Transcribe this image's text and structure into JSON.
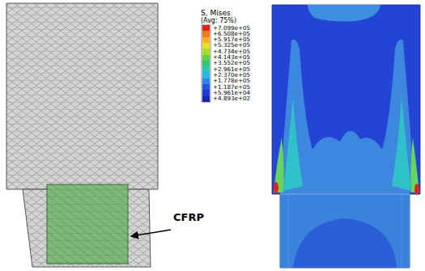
{
  "diagram": {
    "labels": [
      "S, Mises",
      "(Avg: 75%)",
      "CFRP"
    ],
    "legend": [
      {
        "text": "+7.099e+05",
        "color": "#e8201a"
      },
      {
        "text": "+6.508e+05",
        "color": "#f4761c"
      },
      {
        "text": "+5.917e+05",
        "color": "#f9b21d"
      },
      {
        "text": "+5.325e+05",
        "color": "#e6e12a"
      },
      {
        "text": "+4.734e+05",
        "color": "#a6dc2e"
      },
      {
        "text": "+4.143e+05",
        "color": "#5ed23a"
      },
      {
        "text": "+3.552e+05",
        "color": "#2bc970"
      },
      {
        "text": "+2.961e+05",
        "color": "#26c7b3"
      },
      {
        "text": "+2.370e+05",
        "color": "#29b6e6"
      },
      {
        "text": "+1.778e+05",
        "color": "#2a86e8"
      },
      {
        "text": "+1.187e+05",
        "color": "#2456dd"
      },
      {
        "text": "+5.961e+04",
        "color": "#1e3ad4"
      },
      {
        "text": "+4.893e+02",
        "color": "#1a22b8"
      }
    ]
  }
}
